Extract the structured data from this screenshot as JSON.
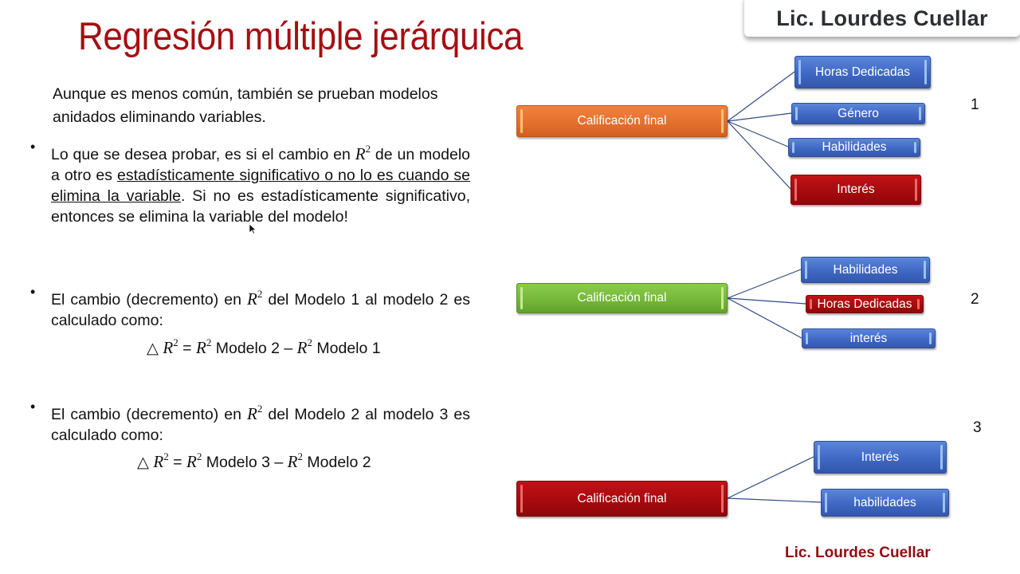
{
  "slide": {
    "title": "Regresión múltiple jerárquica",
    "author_badge": "Lic. Lourdes Cuellar",
    "footer_author": "Lic. Lourdes Cuellar"
  },
  "content": {
    "intro": "Aunque es menos común, también se prueban modelos anidados eliminando variables.",
    "bullets": [
      {
        "pre": "Lo que se desea probar, es si el cambio en ",
        "math": "R",
        "sup": "2",
        "mid": " de un modelo a otro es ",
        "underlined": "estadísticamente significativo o no lo es cuando se elimina la variable",
        "post": ". Si no es estadísticamente significativo, entonces se elimina la variable del modelo!"
      },
      {
        "pre": "El cambio (decremento) en ",
        "math": "R",
        "sup": "2",
        "post": " del Modelo 1 al modelo 2 es calculado como:",
        "formula": {
          "delta": "△ ",
          "lhs": "R",
          "eq": " = ",
          "r1": "R",
          "m1": " Modelo 2 – ",
          "r2": "R",
          "m2": " Modelo 1",
          "sup": "2"
        }
      },
      {
        "pre": " El cambio (decremento) en ",
        "math": "R",
        "sup": "2",
        "post": " del Modelo 2 al modelo 3 es calculado como:",
        "formula": {
          "delta": "△ ",
          "lhs": "R",
          "eq": " = ",
          "r1": "R",
          "m1": " Modelo 3 – ",
          "r2": "R",
          "m2": " Modelo 2",
          "sup": "2"
        }
      }
    ]
  },
  "diagram": {
    "models": [
      {
        "number": "1",
        "root": {
          "label": "Calificación final",
          "color": "#e5702d"
        },
        "children": [
          {
            "label": "Horas Dedicadas",
            "color": "#3f68c4"
          },
          {
            "label": "Género",
            "color": "#3f68c4"
          },
          {
            "label": "Habilidades",
            "color": "#3f68c4"
          },
          {
            "label": "Interés",
            "color": "#a80a0e"
          }
        ]
      },
      {
        "number": "2",
        "root": {
          "label": "Calificación final",
          "color": "#76b83a"
        },
        "children": [
          {
            "label": "Habilidades",
            "color": "#3f68c4"
          },
          {
            "label": "Horas Dedicadas",
            "color": "#a80a0e"
          },
          {
            "label": "interés",
            "color": "#3f68c4"
          }
        ]
      },
      {
        "number": "3",
        "root": {
          "label": "Calificación final",
          "color": "#a80a0e"
        },
        "children": [
          {
            "label": "Interés",
            "color": "#3f68c4"
          },
          {
            "label": "habilidades",
            "color": "#3f68c4"
          }
        ]
      }
    ]
  }
}
